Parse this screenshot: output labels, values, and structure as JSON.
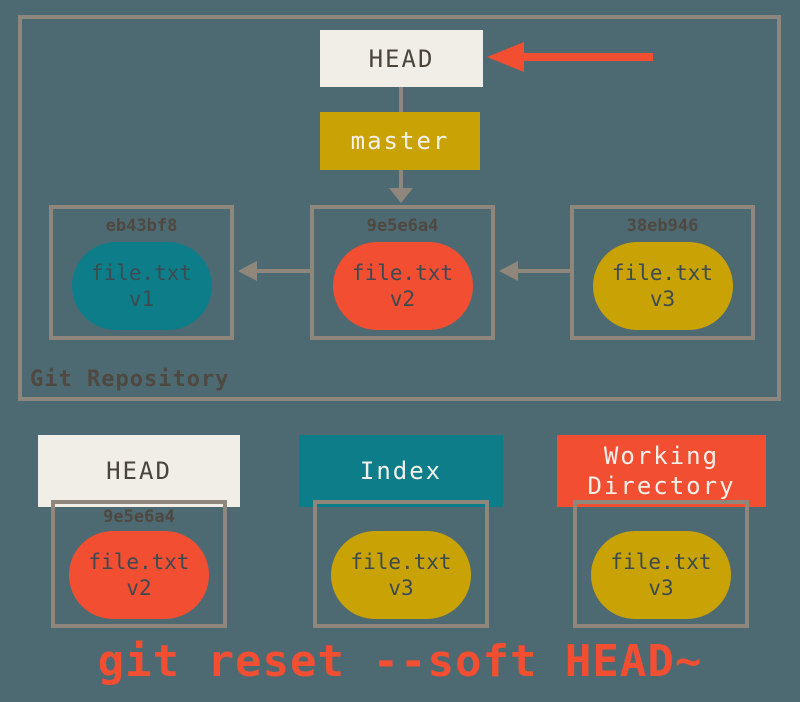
{
  "colors": {
    "background": "#4D6A72",
    "line_gray": "#8F867C",
    "cream": "#F0EEE6",
    "gold": "#C9A305",
    "red": "#F14E32",
    "teal": "#0E7D8A",
    "dark_text": "#4A443B",
    "light_text": "#F2F0E9",
    "blob_text": "#3C4A51",
    "hash_text": "#4F4840"
  },
  "repository": {
    "label": "Git Repository",
    "head": {
      "label": "HEAD"
    },
    "branch": {
      "label": "master"
    },
    "commits": [
      {
        "hash": "eb43bf8",
        "file_name": "file.txt",
        "file_version": "v1",
        "fill": "#0E7D8A"
      },
      {
        "hash": "9e5e6a4",
        "file_name": "file.txt",
        "file_version": "v2",
        "fill": "#F14E32"
      },
      {
        "hash": "38eb946",
        "file_name": "file.txt",
        "file_version": "v3",
        "fill": "#C9A305"
      }
    ]
  },
  "areas": [
    {
      "title": "HEAD",
      "header_fill": "#F0EEE6",
      "title_color": "#4A443B",
      "hash": "9e5e6a4",
      "file_name": "file.txt",
      "file_version": "v2",
      "fill": "#F14E32"
    },
    {
      "title": "Index",
      "header_fill": "#0E7D8A",
      "title_color": "#F2F0E9",
      "hash": "",
      "file_name": "file.txt",
      "file_version": "v3",
      "fill": "#C9A305"
    },
    {
      "title": "Working Directory",
      "header_fill": "#F14E32",
      "title_color": "#F2F0E9",
      "hash": "",
      "file_name": "file.txt",
      "file_version": "v3",
      "fill": "#C9A305"
    }
  ],
  "command": "git reset --soft HEAD~"
}
